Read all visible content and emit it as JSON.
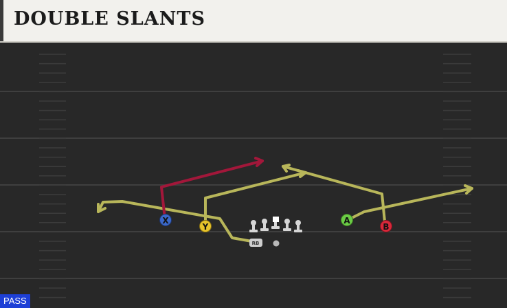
{
  "play": {
    "name": "DOUBLE SLANTS",
    "type_tag": "PASS"
  },
  "colors": {
    "route_primary": "#b8b65a",
    "route_highlight": "#a2173a",
    "receiver_x": "#3b68c9",
    "receiver_y": "#e7c32b",
    "receiver_a": "#6ccc46",
    "receiver_b": "#d8283a"
  },
  "players": {
    "x": {
      "label": "X"
    },
    "y": {
      "label": "Y"
    },
    "a": {
      "label": "A"
    },
    "b": {
      "label": "B"
    },
    "rb": {
      "label": "RB"
    }
  }
}
